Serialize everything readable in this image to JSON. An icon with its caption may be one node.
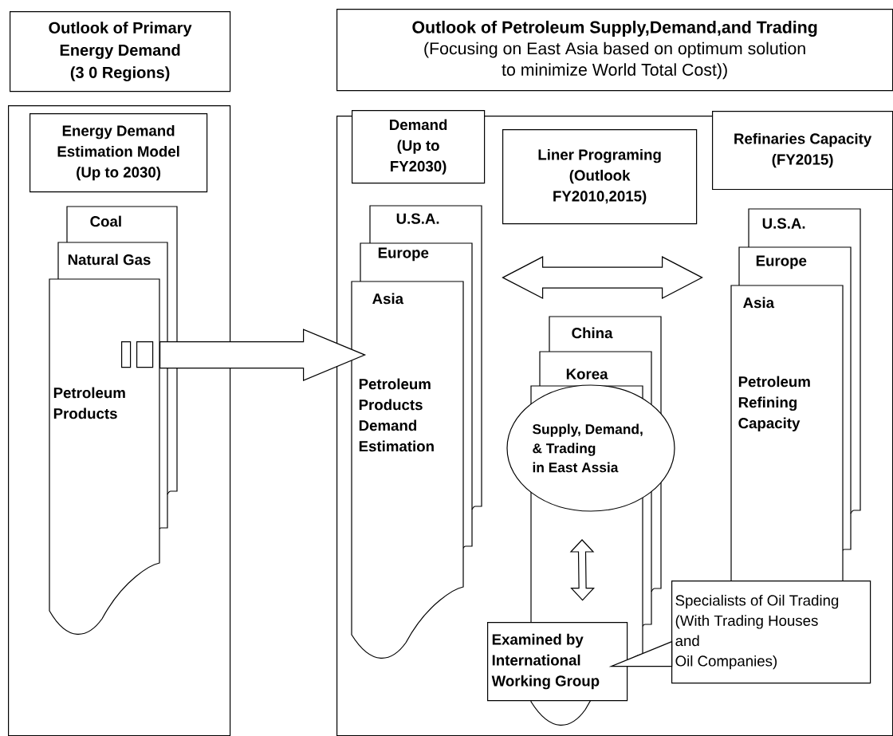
{
  "diagram": {
    "nodes": [
      {
        "text": [
          "Outlook of Primary Energy Demand (3 0 Regions)"
        ]
      },
      {
        "text": [
          "Outlook of Petroleum Supply,Demand,and Trading",
          "(Focusing on East Asia based on optimum solution to minimize World Total Cost))"
        ]
      },
      {
        "text": [],
        "shape": "box"
      },
      {
        "text": [
          "Energy Demand Estimation Model (Up to 2030)"
        ],
        "in": 2
      },
      {
        "text": [
          "Coal"
        ],
        "in": 2
      },
      {
        "text": [
          "Natural Gas"
        ],
        "in": 2
      },
      {
        "text": [
          "Petroleum Products"
        ],
        "in": 2
      },
      {
        "text": [],
        "shape": "box"
      },
      {
        "text": [
          "Demand (Up to FY2030)"
        ]
      },
      {
        "text": [
          "Liner Programing (Outlook FY2010,2015)"
        ],
        "in": 7
      },
      {
        "text": [
          "Refinaries Capacity (FY2015)"
        ],
        "in": 7
      },
      {
        "text": [
          "U.S.A."
        ],
        "in": 7
      },
      {
        "text": [
          "Europe"
        ],
        "in": 7
      },
      {
        "text": [
          "Asia",
          "Petroleum Products Demand Estimation"
        ],
        "in": 7
      },
      {
        "text": [
          "China"
        ],
        "in": 7
      },
      {
        "text": [
          "Korea"
        ],
        "in": 7
      },
      {
        "text": [],
        "shape": "document",
        "in": 7
      },
      {
        "text": [
          "Supply, Demand, & Trading in East Assia"
        ],
        "in": 7
      },
      {
        "text": [
          "U.S.A."
        ],
        "in": 7
      },
      {
        "text": [
          "Europe"
        ],
        "in": 7
      },
      {
        "text": [
          "Asia",
          "Petroleum Refining Capacity"
        ],
        "in": 7
      },
      {
        "text": [
          "Examined by International Working Group"
        ],
        "in": 7
      },
      {
        "text": [
          "Specialists of Oil Trading (With Trading Houses and Oil Companies)"
        ],
        "in": 7
      }
    ],
    "edges": [
      {
        "from": 6,
        "to": 13,
        "arrow": "to"
      },
      {
        "from": 13,
        "to": 20,
        "arrow": "both"
      },
      {
        "from": 17,
        "to": 21,
        "arrow": "both"
      },
      {
        "from": 22,
        "to": 21,
        "arrow": "none"
      }
    ]
  }
}
